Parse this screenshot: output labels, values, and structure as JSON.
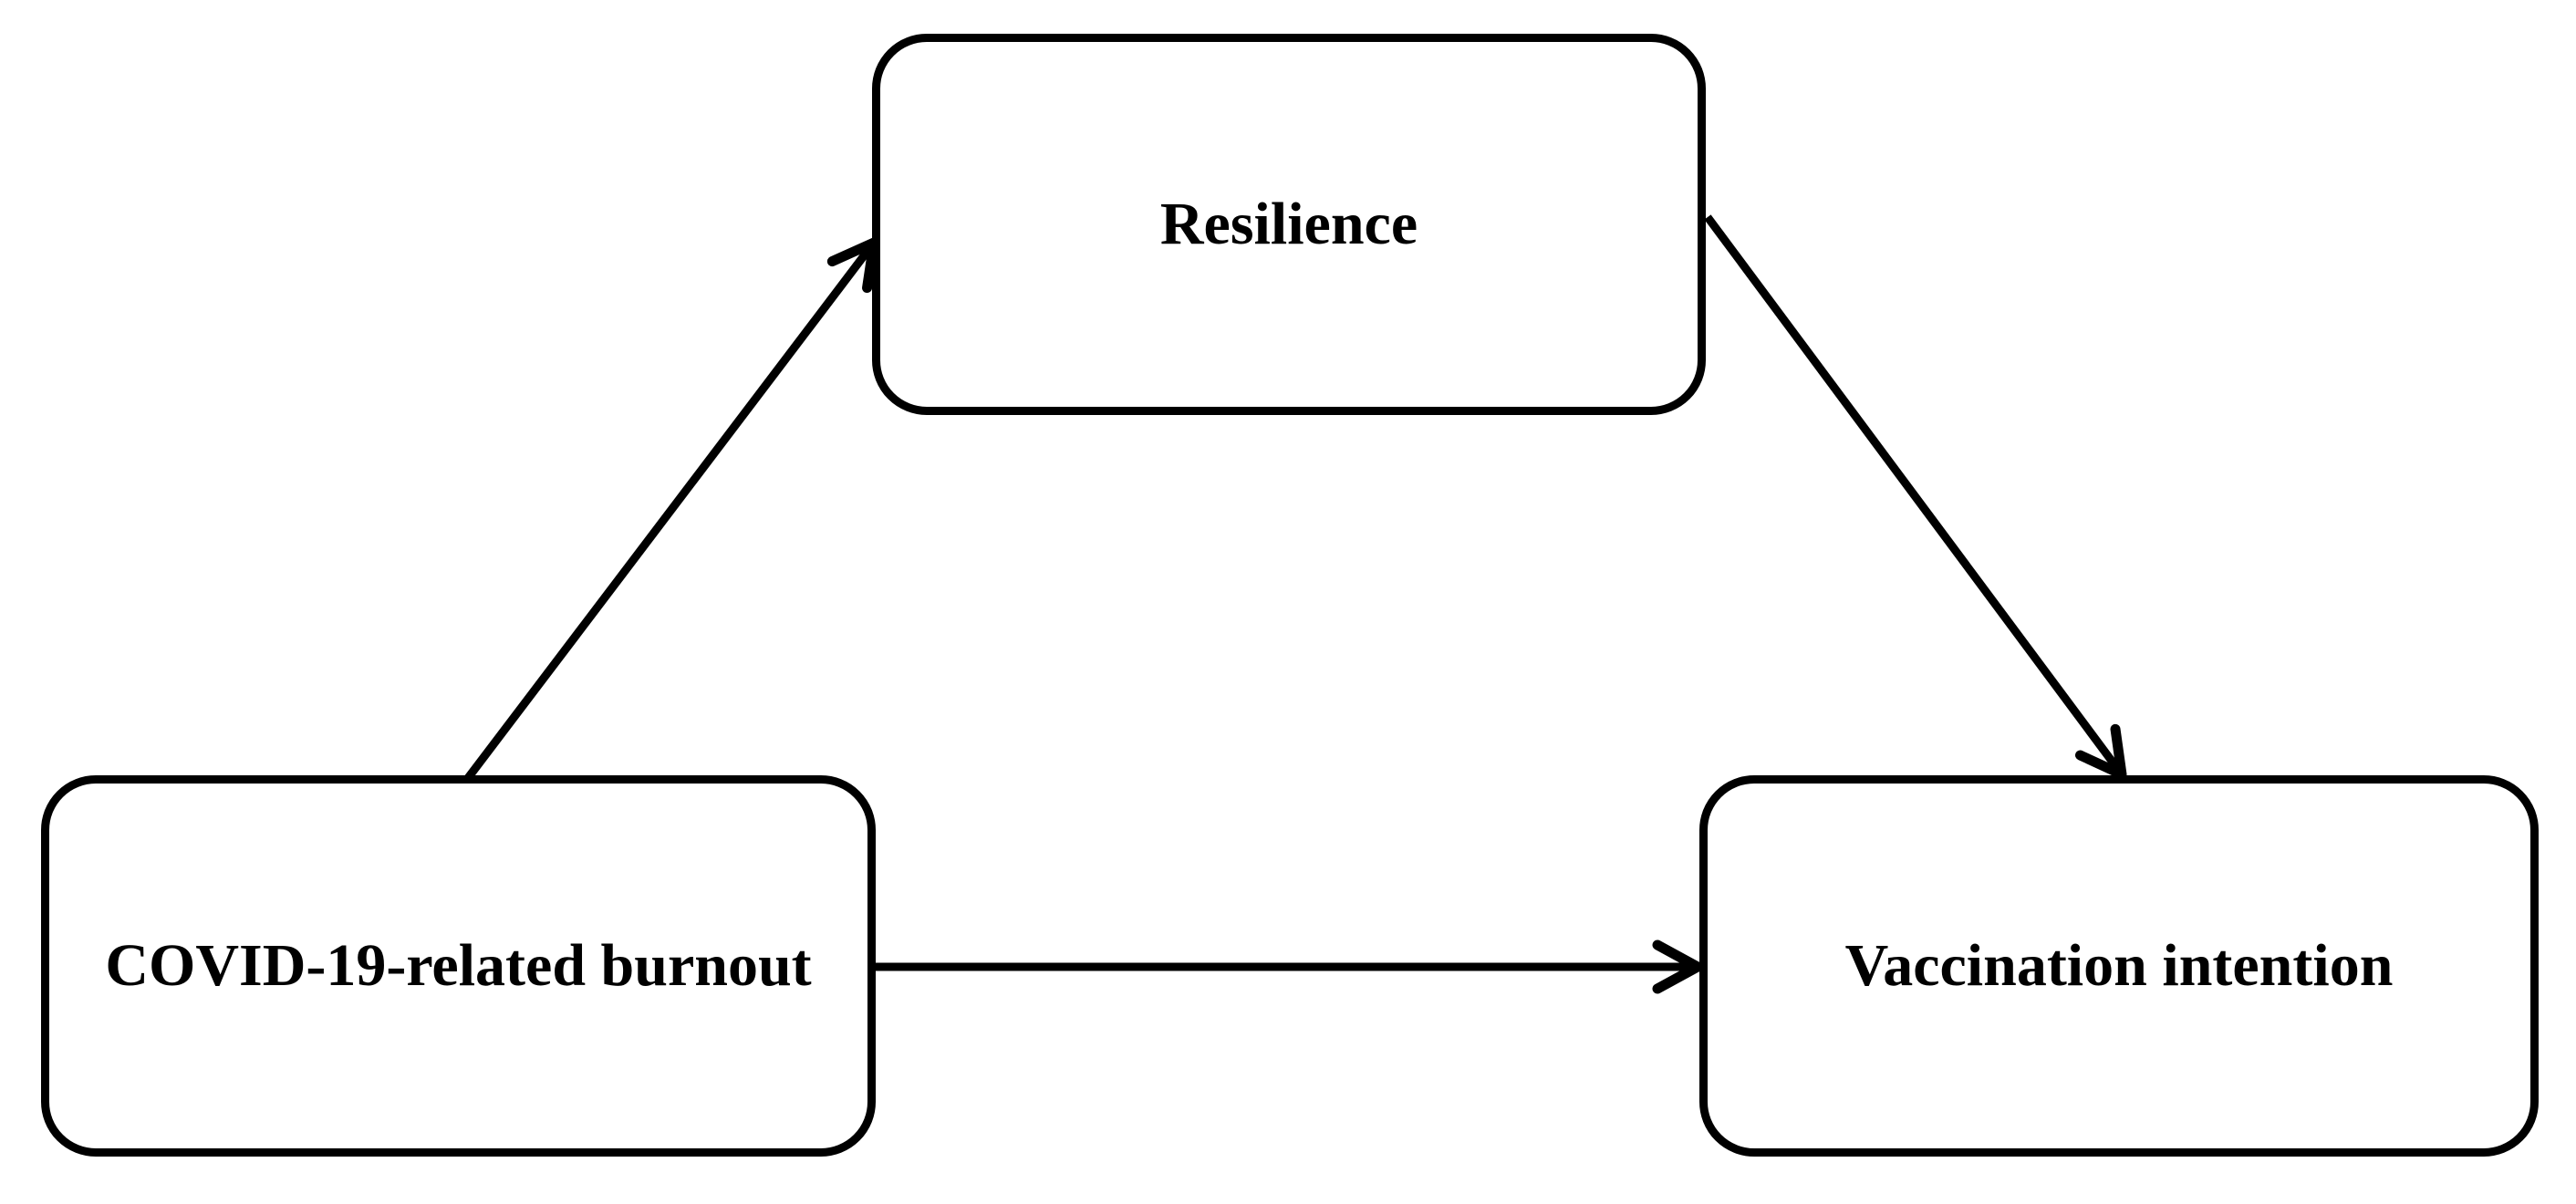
{
  "figure": {
    "background_color": "#ffffff",
    "stroke_color": "#000000",
    "text_color": "#000000",
    "nodes": {
      "resilience": {
        "label": "Resilience"
      },
      "burnout": {
        "label": "COVID-19-related burnout"
      },
      "vaccination": {
        "label": "Vaccination intention"
      }
    },
    "edges": [
      {
        "from": "COVID-19-related burnout",
        "to": "Resilience"
      },
      {
        "from": "Resilience",
        "to": "Vaccination intention"
      },
      {
        "from": "COVID-19-related burnout",
        "to": "Vaccination intention"
      }
    ]
  }
}
